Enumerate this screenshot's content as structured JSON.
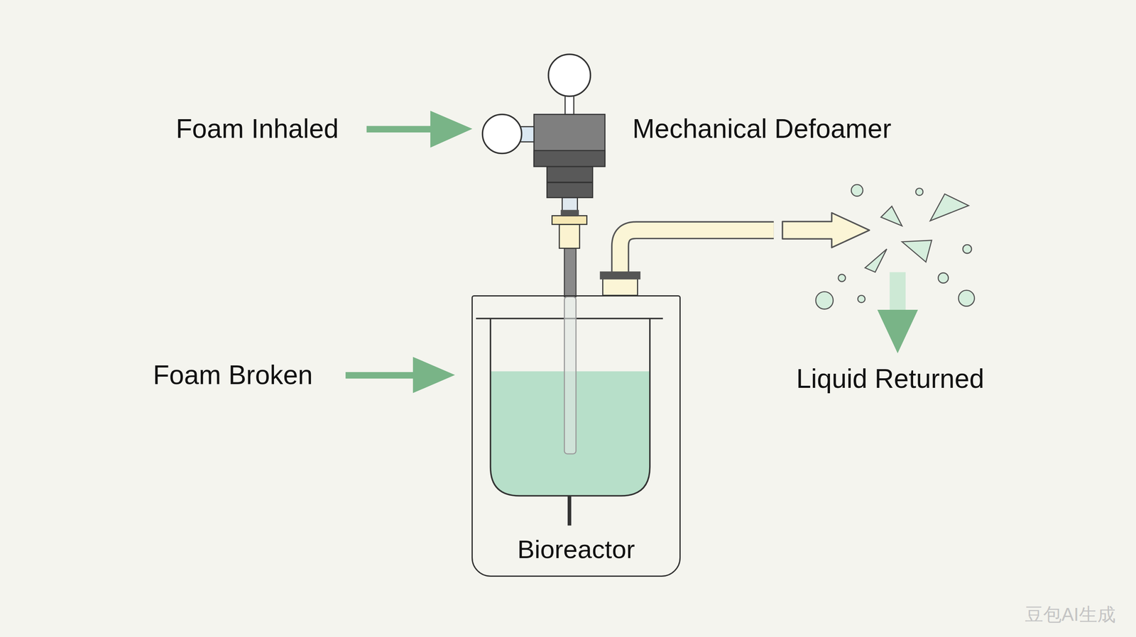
{
  "diagram": {
    "nodes": [
      {
        "text": [
          "Bioreactor"
        ]
      }
    ],
    "labels": [
      "Foam Inhaled",
      "Mechanical Defoamer",
      "Foam Broken",
      "Liquid Returned",
      "豆包AI生成"
    ]
  }
}
